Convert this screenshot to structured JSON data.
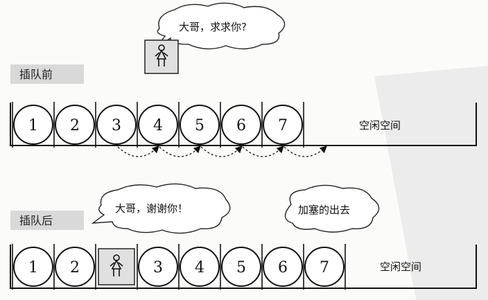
{
  "before": {
    "label": "插队前",
    "speech": "大哥，求求你?",
    "cells": [
      "1",
      "2",
      "3",
      "4",
      "5",
      "6",
      "7"
    ],
    "free_space": "空闲空间"
  },
  "after": {
    "label": "插队后",
    "speech": "大哥，谢谢你！",
    "speech2": "加塞的出去",
    "cells": [
      "1",
      "2",
      "person",
      "3",
      "4",
      "5",
      "6",
      "7"
    ],
    "free_space": "空闲空间"
  },
  "icons": {
    "person": "person-icon"
  }
}
